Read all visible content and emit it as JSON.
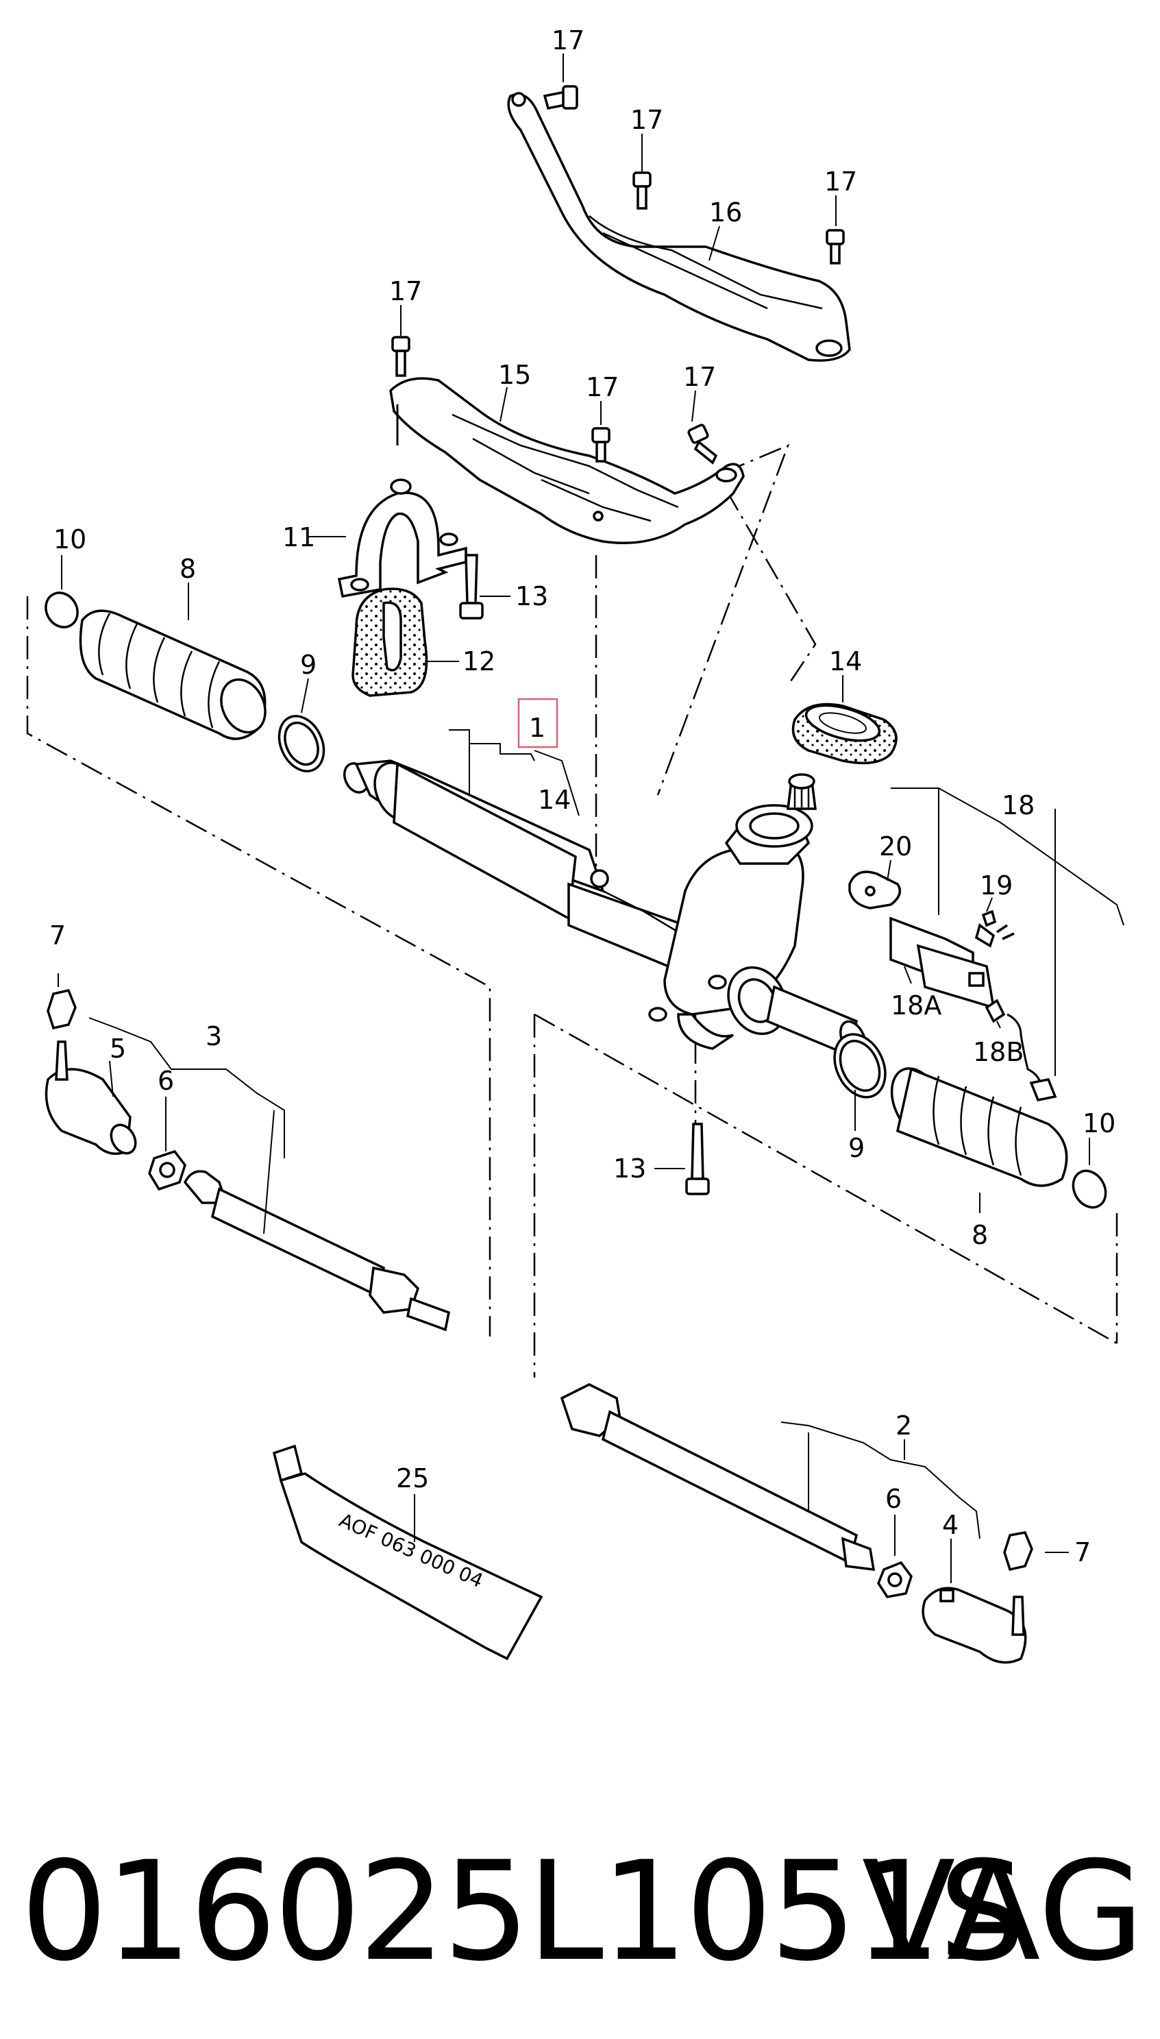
{
  "callouts": [
    {
      "id": "17a",
      "text": "17"
    },
    {
      "id": "17b",
      "text": "17"
    },
    {
      "id": "17c",
      "text": "17"
    },
    {
      "id": "16",
      "text": "16"
    },
    {
      "id": "17d",
      "text": "17"
    },
    {
      "id": "15",
      "text": "15"
    },
    {
      "id": "17e",
      "text": "17"
    },
    {
      "id": "17f",
      "text": "17"
    },
    {
      "id": "10a",
      "text": "10"
    },
    {
      "id": "8a",
      "text": "8"
    },
    {
      "id": "11",
      "text": "11"
    },
    {
      "id": "13a",
      "text": "13"
    },
    {
      "id": "12",
      "text": "12"
    },
    {
      "id": "9a",
      "text": "9"
    },
    {
      "id": "1",
      "text": "1"
    },
    {
      "id": "14a",
      "text": "14"
    },
    {
      "id": "14b",
      "text": "14"
    },
    {
      "id": "18",
      "text": "18"
    },
    {
      "id": "20",
      "text": "20"
    },
    {
      "id": "19",
      "text": "19"
    },
    {
      "id": "18A",
      "text": "18A"
    },
    {
      "id": "18B",
      "text": "18B"
    },
    {
      "id": "7a",
      "text": "7"
    },
    {
      "id": "5",
      "text": "5"
    },
    {
      "id": "3",
      "text": "3"
    },
    {
      "id": "6a",
      "text": "6"
    },
    {
      "id": "13b",
      "text": "13"
    },
    {
      "id": "9b",
      "text": "9"
    },
    {
      "id": "10b",
      "text": "10"
    },
    {
      "id": "8b",
      "text": "8"
    },
    {
      "id": "2",
      "text": "2"
    },
    {
      "id": "25",
      "text": "25"
    },
    {
      "id": "6b",
      "text": "6"
    },
    {
      "id": "4",
      "text": "4"
    },
    {
      "id": "7b",
      "text": "7"
    }
  ],
  "tube_label": "AOF 063 000 04",
  "footer": {
    "part_number": "016025L1051S",
    "brand": "VAG"
  },
  "colors": {
    "highlight_box": "#e06070"
  }
}
